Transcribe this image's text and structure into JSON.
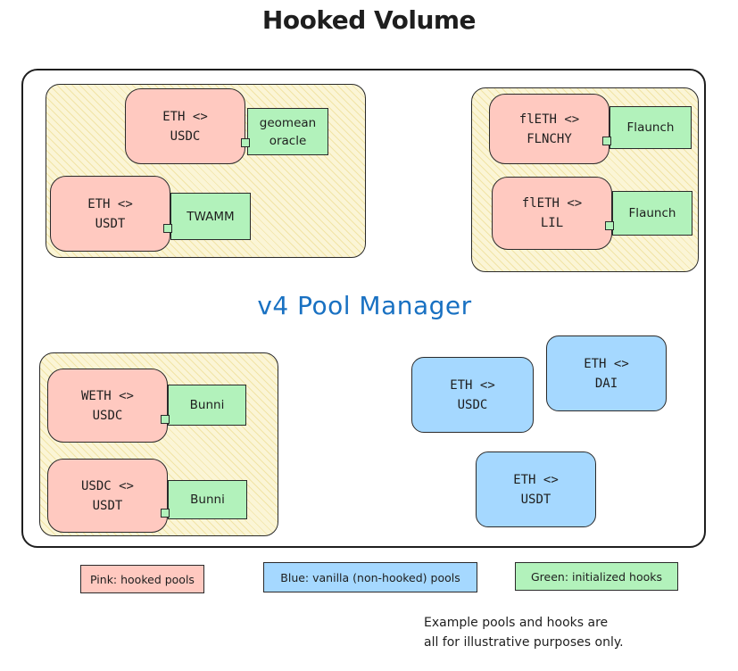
{
  "title": "Hooked Volume",
  "manager_label": "v4 Pool Manager",
  "hooked_groups": [
    {
      "pools": [
        {
          "label": "ETH <>\nUSDC",
          "hook": "geomean\noracle"
        },
        {
          "label": "ETH <>\nUSDT",
          "hook": "TWAMM"
        }
      ]
    },
    {
      "pools": [
        {
          "label": "flETH <>\nFLNCHY",
          "hook": "Flaunch"
        },
        {
          "label": "flETH <>\nLIL",
          "hook": "Flaunch"
        }
      ]
    },
    {
      "pools": [
        {
          "label": "WETH <>\nUSDC",
          "hook": "Bunni"
        },
        {
          "label": "USDC <>\nUSDT",
          "hook": "Bunni"
        }
      ]
    }
  ],
  "vanilla_pools": [
    {
      "label": "ETH <>\nUSDC"
    },
    {
      "label": "ETH <>\nDAI"
    },
    {
      "label": "ETH <>\nUSDT"
    }
  ],
  "legend": {
    "pink": "Pink: hooked pools",
    "blue": "Blue: vanilla (non-hooked) pools",
    "green": "Green: initialized hooks"
  },
  "note": {
    "line1": "Example pools and hooks are",
    "line2": "all for illustrative purposes only."
  },
  "colors": {
    "hooked_pool": "#ffc9c0",
    "vanilla_pool": "#a5d8ff",
    "hook": "#b2f2bb",
    "group_fill": "#fbf5d6",
    "manager_label": "#1971c2"
  }
}
